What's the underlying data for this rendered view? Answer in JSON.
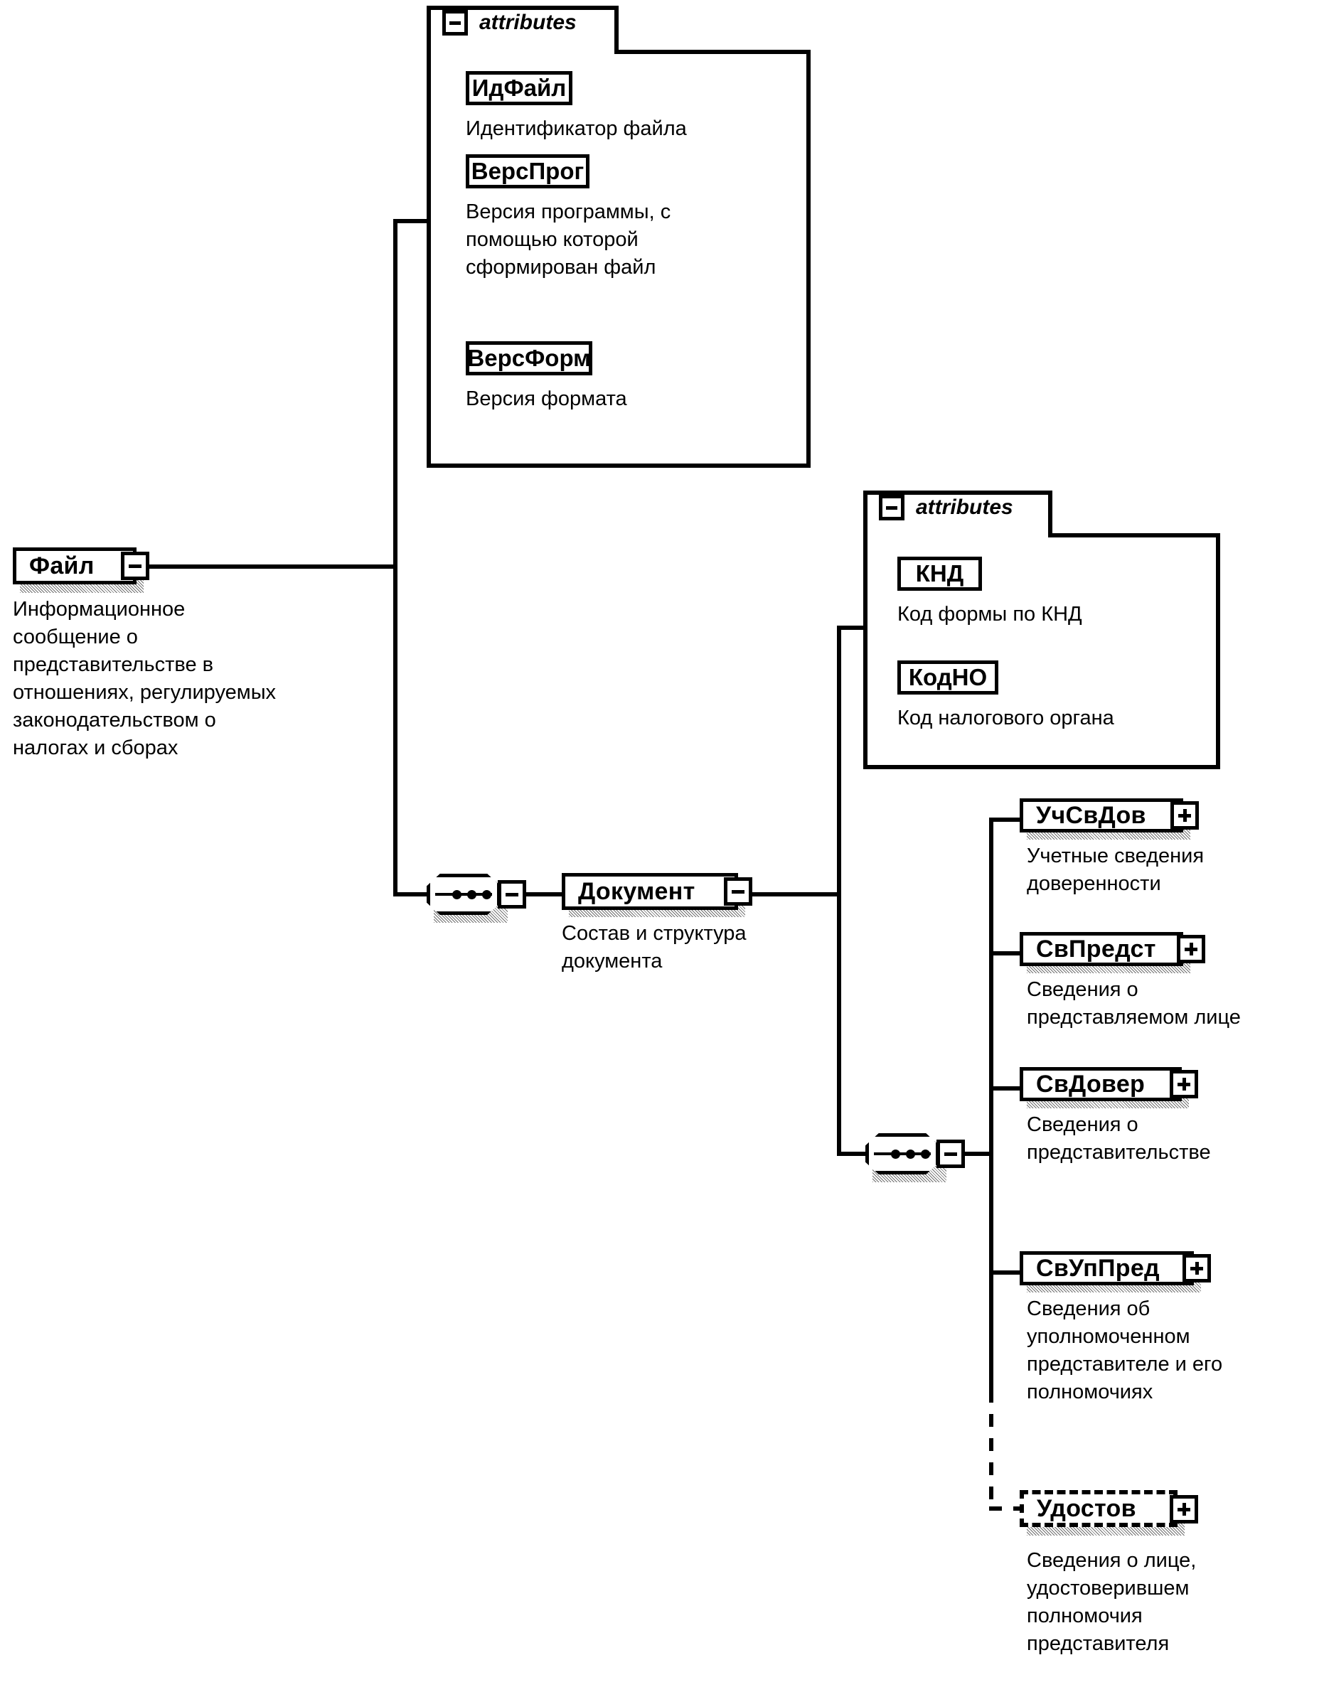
{
  "diagram": {
    "kind": "xml-schema-tree",
    "root": {
      "name": "Файл",
      "description": "Информационное\nсообщение о\nпредставительстве в\nотношениях, регулируемых\nзаконодательством о\nналогах и сборах",
      "toggle": "minus"
    },
    "attributes_label": "attributes",
    "file_attributes": [
      {
        "name": "ИдФайл",
        "description": "Идентификатор файла"
      },
      {
        "name": "ВерсПрог",
        "description": "Версия программы, с\nпомощью которой\nсформирован файл"
      },
      {
        "name": "ВерсФорм",
        "description": "Версия формата"
      }
    ],
    "document": {
      "name": "Документ",
      "description": "Состав и структура\nдокумента",
      "toggle": "minus"
    },
    "document_attributes": [
      {
        "name": "КНД",
        "description": "Код формы по КНД"
      },
      {
        "name": "КодНО",
        "description": "Код налогового органа"
      }
    ],
    "document_children": [
      {
        "name": "УчСвДов",
        "description": "Учетные сведения\nдоверенности",
        "toggle": "plus",
        "optional": false
      },
      {
        "name": "СвПредст",
        "description": "Сведения о\nпредставляемом лице",
        "toggle": "plus",
        "optional": false
      },
      {
        "name": "СвДовер",
        "description": "Сведения о\nпредставительстве",
        "toggle": "plus",
        "optional": false
      },
      {
        "name": "СвУпПред",
        "description": "Сведения об\nуполномоченном\nпредставителе и его\nполномочиях",
        "toggle": "plus",
        "optional": false
      },
      {
        "name": "Удостов",
        "description": "Сведения о лице,\nудостоверившем\nполномочия\nпредставителя",
        "toggle": "plus",
        "optional": true
      }
    ],
    "sequence_icon": "sequence-compositor-icon",
    "colors": {
      "stroke": "#000000",
      "background": "#ffffff",
      "shadow": "#6f6f6f"
    }
  }
}
